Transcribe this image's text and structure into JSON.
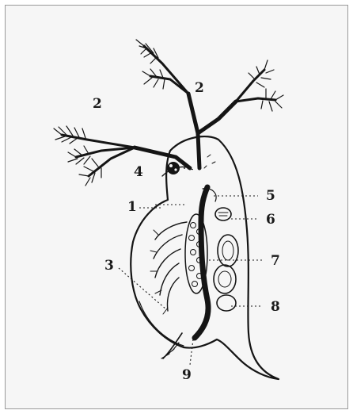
{
  "figure": {
    "labels": {
      "l1": "1",
      "l2a": "2",
      "l2b": "2",
      "l3": "3",
      "l4": "4",
      "l5": "5",
      "l6": "6",
      "l7": "7",
      "l8": "8",
      "l9": "9"
    },
    "colors": {
      "ink": "#151515",
      "paper": "#f6f6f6"
    }
  }
}
